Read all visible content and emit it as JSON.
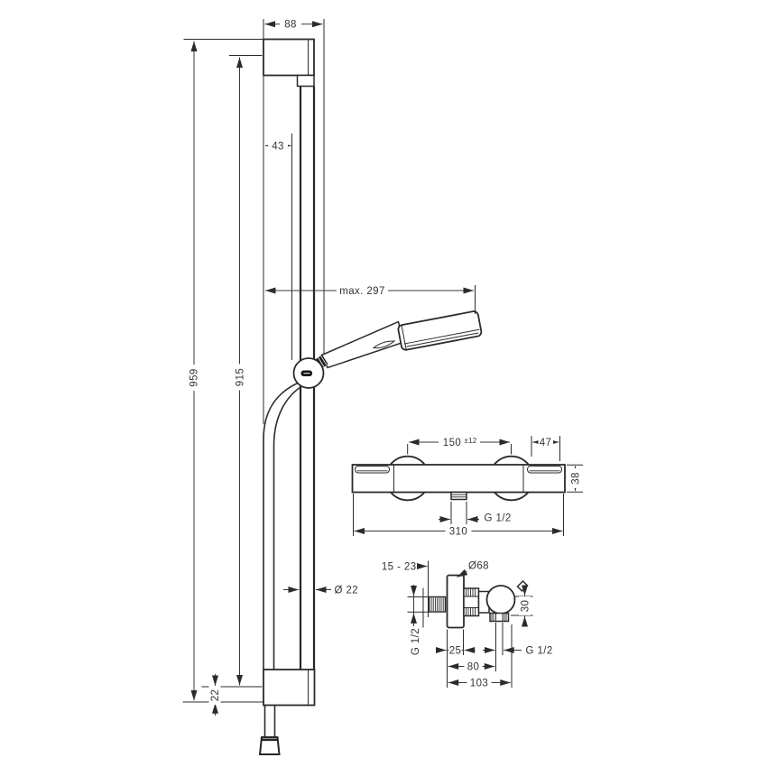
{
  "drawing": {
    "title": "shower-set-technical-drawing",
    "ink_color": "#2b2b2b",
    "background_color": "#ffffff"
  },
  "rail_dims": {
    "bracket_width": "88",
    "bracket_offset": "43",
    "max_reach": "max. 297",
    "total_height": "959",
    "bar_height": "915",
    "bar_diameter": "Ø 22",
    "base_offset": "22"
  },
  "thermostat_dims": {
    "hose_centers": "150",
    "tolerance": "±12",
    "handle_width": "47",
    "body_depth": "38",
    "outlet_thread": "G 1/2",
    "total_width": "310"
  },
  "valve_dims": {
    "wall_distance": "15 - 23",
    "escutcheon_diameter": "Ø68",
    "inlet_thread": "G 1/2",
    "outlet_height": "30",
    "escutcheon_depth": "25",
    "body_depth": "80",
    "total_depth": "103",
    "outlet_thread": "G 1/2"
  }
}
